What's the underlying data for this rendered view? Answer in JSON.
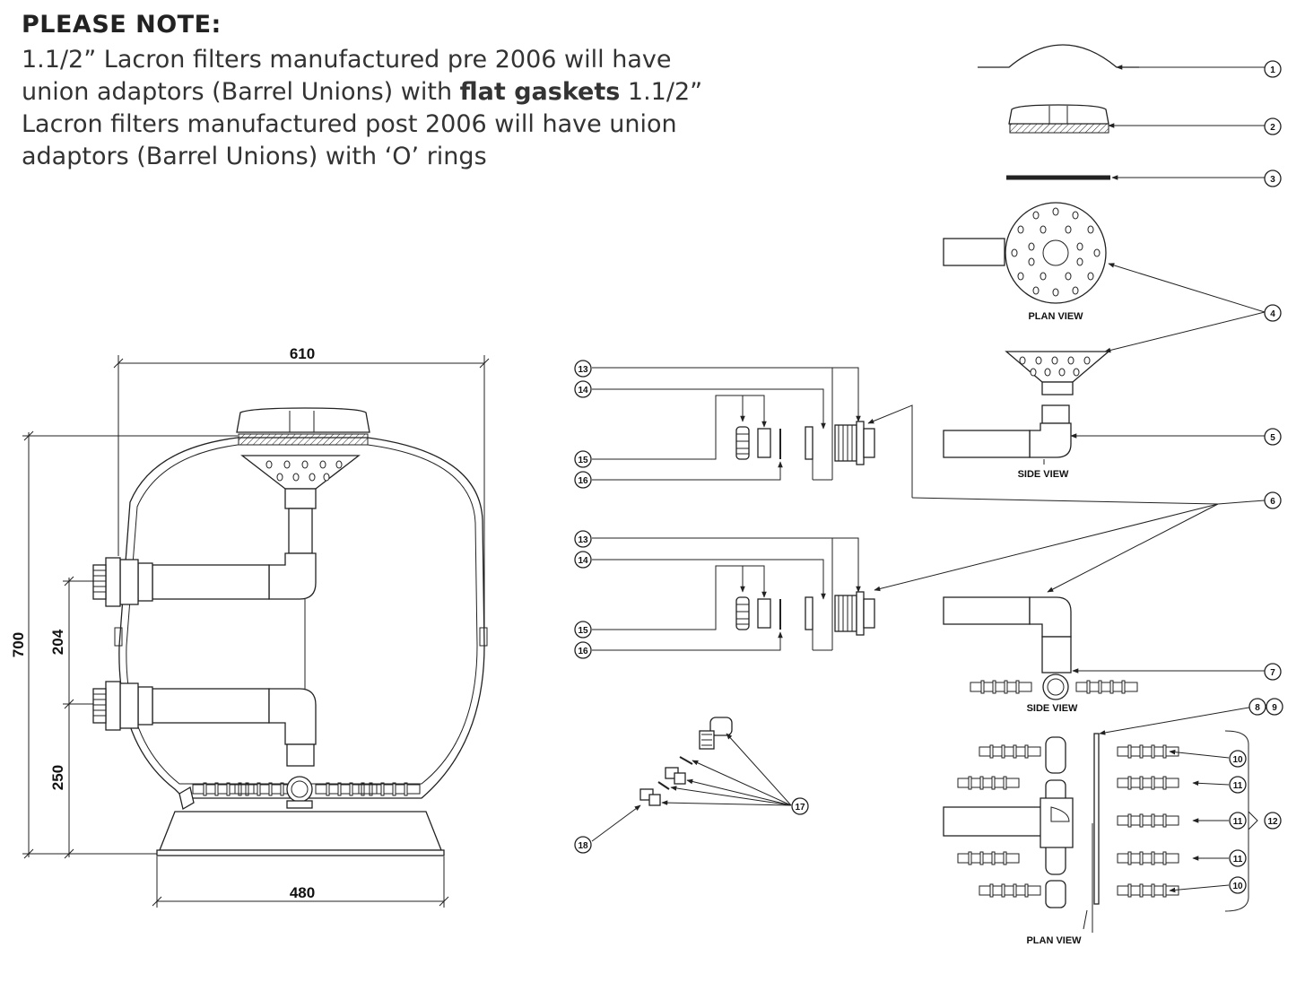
{
  "note": {
    "title": "PLEASE NOTE:",
    "line1": "1.1/2” Lacron filters manufactured pre 2006 will have",
    "line2_pre": "union adaptors (Barrel Unions) with ",
    "line2_bold": "flat gaskets",
    "line2_post": " 1.1/2”",
    "line3": "Lacron filters manufactured post 2006 will have union",
    "line4": "adaptors (Barrel Unions) with ‘O’ rings"
  },
  "dimensions": {
    "width_top": "610",
    "height_total": "700",
    "port_spacing": "204",
    "lower_port": "250",
    "base_width": "480"
  },
  "view_labels": {
    "plan_view_1": "PLAN VIEW",
    "side_view_1": "SIDE VIEW",
    "side_view_2": "SIDE VIEW",
    "plan_view_2": "PLAN VIEW"
  },
  "callouts": {
    "c1": "1",
    "c2": "2",
    "c3": "3",
    "c4": "4",
    "c5": "5",
    "c6": "6",
    "c7": "7",
    "c8": "8",
    "c9": "9",
    "c10a": "10",
    "c10b": "10",
    "c11a": "11",
    "c11b": "11",
    "c11c": "11",
    "c12": "12",
    "c13a": "13",
    "c13b": "13",
    "c14a": "14",
    "c14b": "14",
    "c15a": "15",
    "c15b": "15",
    "c16a": "16",
    "c16b": "16",
    "c17": "17",
    "c18": "18"
  }
}
